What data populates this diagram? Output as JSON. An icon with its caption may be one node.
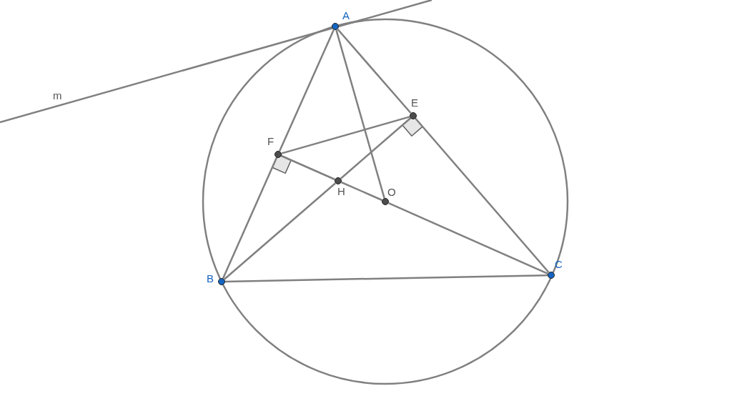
{
  "diagram": {
    "nodes": [
      {
        "text": [],
        "shape": "circle",
        "beside": [
          "A"
        ]
      },
      {
        "text": [],
        "shape": "circle",
        "beside": [
          "B"
        ]
      },
      {
        "text": [],
        "shape": "circle",
        "beside": [
          "C"
        ]
      },
      {
        "text": [],
        "shape": "circle",
        "beside": [
          "E"
        ]
      },
      {
        "text": [],
        "shape": "circle",
        "beside": [
          "F"
        ]
      },
      {
        "text": [],
        "shape": "circle",
        "beside": [
          "H"
        ]
      },
      {
        "text": [],
        "shape": "circle",
        "beside": [
          "O"
        ]
      }
    ],
    "edges": [
      {
        "from": 0,
        "to": 4,
        "arrow": "none"
      },
      {
        "from": 4,
        "to": 1,
        "arrow": "none"
      },
      {
        "from": 0,
        "to": 3,
        "arrow": "none"
      },
      {
        "from": 3,
        "to": 2,
        "arrow": "none"
      },
      {
        "from": 1,
        "to": 2,
        "arrow": "none"
      },
      {
        "from": 0,
        "to": 6,
        "arrow": "none"
      },
      {
        "from": 1,
        "to": 5,
        "arrow": "none"
      },
      {
        "from": 5,
        "to": 3,
        "arrow": "none"
      },
      {
        "from": 4,
        "to": 5,
        "arrow": "none"
      },
      {
        "from": 5,
        "to": 6,
        "arrow": "none"
      },
      {
        "from": 6,
        "to": 2,
        "arrow": "none"
      },
      {
        "from": 4,
        "to": 3,
        "arrow": "none"
      }
    ],
    "labels": [
      "m"
    ]
  }
}
